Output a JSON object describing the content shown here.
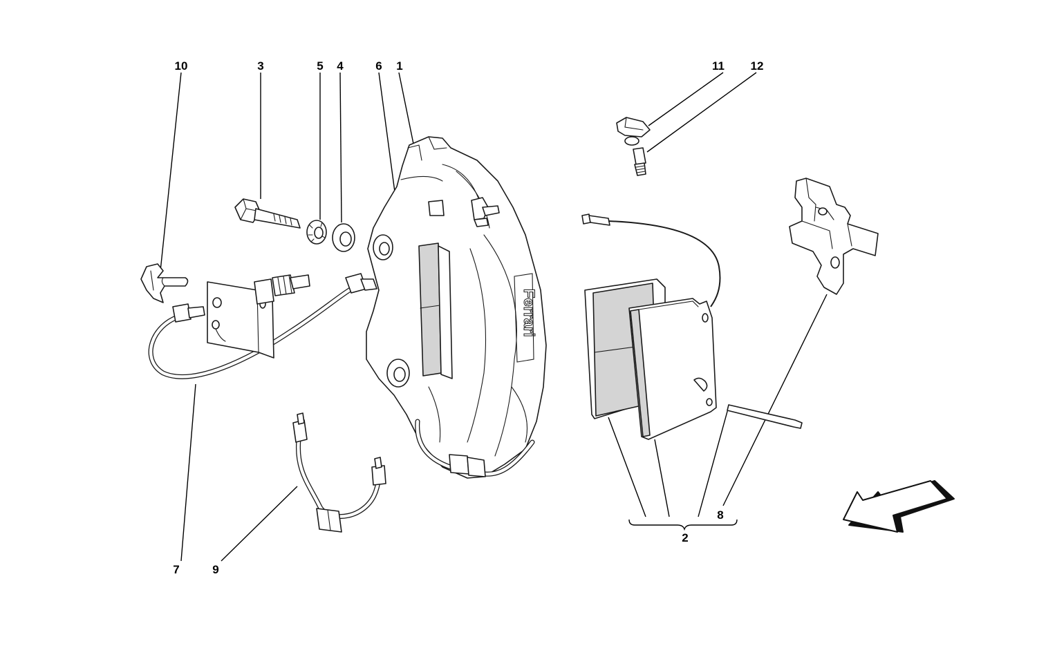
{
  "diagram": {
    "type": "exploded-parts-diagram",
    "callouts": [
      {
        "id": "10",
        "label": "10"
      },
      {
        "id": "3",
        "label": "3"
      },
      {
        "id": "5",
        "label": "5"
      },
      {
        "id": "4",
        "label": "4"
      },
      {
        "id": "6",
        "label": "6"
      },
      {
        "id": "1",
        "label": "1"
      },
      {
        "id": "11",
        "label": "11"
      },
      {
        "id": "12",
        "label": "12"
      },
      {
        "id": "7",
        "label": "7"
      },
      {
        "id": "9",
        "label": "9"
      },
      {
        "id": "8",
        "label": "8"
      },
      {
        "id": "2",
        "label": "2"
      }
    ],
    "caliper_logo_text": "Ferrari",
    "direction_arrow": "arrow-pointing-front-left",
    "colors": {
      "line": "#000000",
      "fill": "#ffffff",
      "shade": "#d4d4d4"
    }
  }
}
